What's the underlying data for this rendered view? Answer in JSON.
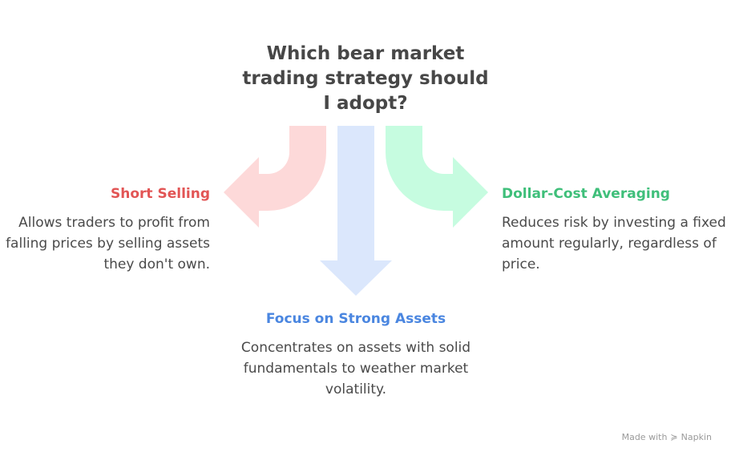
{
  "title": "Which bear market trading strategy should I adopt?",
  "title_lines": [
    "Which bear market",
    "trading strategy should",
    "I adopt?"
  ],
  "options": [
    {
      "id": "short-selling",
      "heading": "Short Selling",
      "description": "Allows traders to profit from falling prices by selling assets they don't own.",
      "color": "#e25555",
      "arrow_color": "#fdd9d9",
      "direction": "left"
    },
    {
      "id": "focus-strong-assets",
      "heading": "Focus on Strong Assets",
      "description": "Concentrates on assets with solid fundamentals to weather market volatility.",
      "color": "#4a86e0",
      "arrow_color": "#dbe7fc",
      "direction": "down"
    },
    {
      "id": "dollar-cost-averaging",
      "heading": "Dollar-Cost Averaging",
      "description": "Reduces risk by investing a fixed amount regularly, regardless of price.",
      "color": "#3fbf7a",
      "arrow_color": "#c6fce0",
      "direction": "right"
    }
  ],
  "footer": {
    "made_with": "Made with",
    "brand": "Napkin",
    "brand_icon": "napkin-logo-icon"
  }
}
